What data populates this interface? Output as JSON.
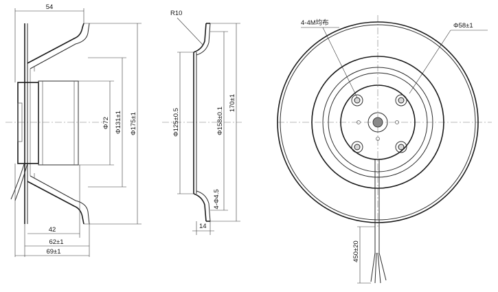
{
  "side_view": {
    "dim_width_top": "54",
    "dim_42": "42",
    "dim_62": "62±1",
    "dim_69": "69±1",
    "dim_d72": "Φ72",
    "dim_d131": "Φ131±1",
    "dim_d175": "Φ175±1"
  },
  "section_view": {
    "radius_label": "R10",
    "dim_d125": "Φ125±0.5",
    "dim_d158": "Φ158±0.1",
    "dim_170": "170±1",
    "dim_holes": "4-Φ4.5",
    "dim_14": "14"
  },
  "front_view": {
    "label_threads": "4-4M均布",
    "label_d58": "Φ58±1",
    "label_cable": "450±20"
  }
}
